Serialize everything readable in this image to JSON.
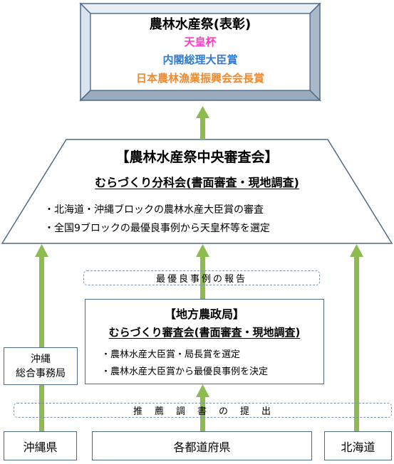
{
  "award": {
    "title": "農林水産祭(表彰)",
    "line1": "天皇杯",
    "line2": "内閣総理大臣賞",
    "line3": "日本農林漁業振興会会長賞"
  },
  "central": {
    "title": "【農林水産祭中央審査会】",
    "subtitle": "むらづくり分科会(書面審査・現地調査)",
    "bullets": [
      "・北海道・沖縄ブロックの農林水産大臣賞の審査",
      "・全国9ブロックの最優良事例から天皇杯等を選定"
    ]
  },
  "report_label": "最優良事例の報告",
  "regional": {
    "title": "【地方農政局】",
    "subtitle": "むらづくり審査会(書面審査・現地調査)",
    "bullets": [
      "・農林水産大臣賞・局長賞を選定",
      "・農林水産大臣賞から最優良事例を決定"
    ]
  },
  "okinawa_office": {
    "line1": "沖縄",
    "line2": "総合事務局"
  },
  "recommendation_label": "推　薦　調　書　の　提　出",
  "bottom": {
    "okinawa": "沖縄県",
    "prefectures": "各都道府県",
    "hokkaido": "北海道"
  },
  "colors": {
    "arrow": "#8cbc50",
    "frame_border": "#4d6b8a",
    "emperor_cup": "#ff3fbf",
    "prime_minister": "#2c7bd4",
    "promotion_assoc": "#f08a30"
  }
}
